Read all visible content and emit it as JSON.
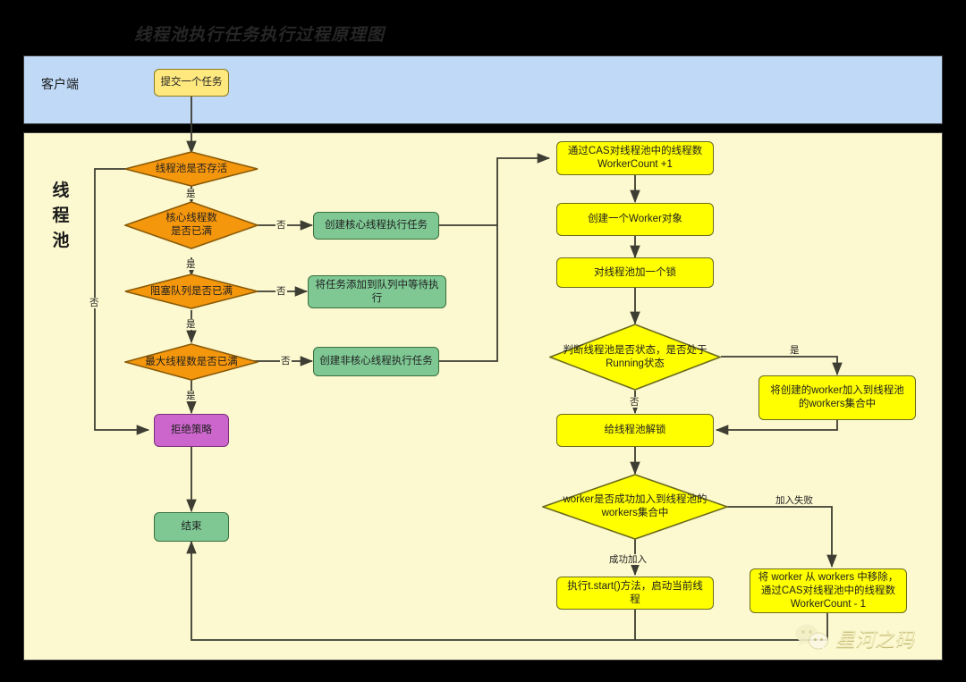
{
  "title": "线程池执行任务执行过程原理图",
  "panels": {
    "client": {
      "label": "客户端",
      "color": "#bfd9f7"
    },
    "pool": {
      "label": "线程池",
      "color": "#fcf8cf"
    }
  },
  "nodes": {
    "submit_task": "提交一个任务",
    "pool_alive": "线程池是否存活",
    "core_full": "核心线程数\n是否已满",
    "queue_full": "阻塞队列是否已满",
    "max_full": "最大线程数是否已满",
    "create_core_thread": "创建核心线程执行任务",
    "add_to_queue": "将任务添加到队列中等待执行",
    "create_non_core_thread": "创建非核心线程执行任务",
    "reject_policy": "拒绝策略",
    "end": "结束",
    "cas_inc": "通过CAS对线程池中的线程数\nWorkerCount +1",
    "create_worker": "创建一个Worker对象",
    "lock_pool": "对线程池加一个锁",
    "running_check": "判断线程池是否状态，是否处于\nRunning状态",
    "add_worker_to_set": "将创建的worker加入到线程池\n的workers集合中",
    "unlock_pool": "给线程池解锁",
    "worker_added_check": "worker是否成功加入到线程池的\nworkers集合中",
    "start_thread": "执行t.start()方法，启动当前线\n程",
    "remove_worker": "将 worker 从 workers 中移除，\n通过CAS对线程池中的线程数\nWorkerCount - 1"
  },
  "edge_labels": {
    "yes_1": "是",
    "yes_2": "是",
    "yes_3": "是",
    "yes_4": "是",
    "no_left": "否",
    "no_core": "否",
    "no_queue": "否",
    "no_max": "否",
    "yes_running": "是",
    "no_running": "否",
    "join_success": "成功加入",
    "join_fail": "加入失败"
  },
  "watermark": {
    "text": "星河之码",
    "icon": "wechat-icon"
  },
  "colors": {
    "yellow": "#ffff00",
    "orange": "#f5970d",
    "green": "#7fc894",
    "purple": "#cc66cc",
    "yellow_light": "#ffe97f",
    "blue_panel": "#bfd9f7",
    "cream_panel": "#fcf8cf",
    "line": "#3d3d33"
  }
}
